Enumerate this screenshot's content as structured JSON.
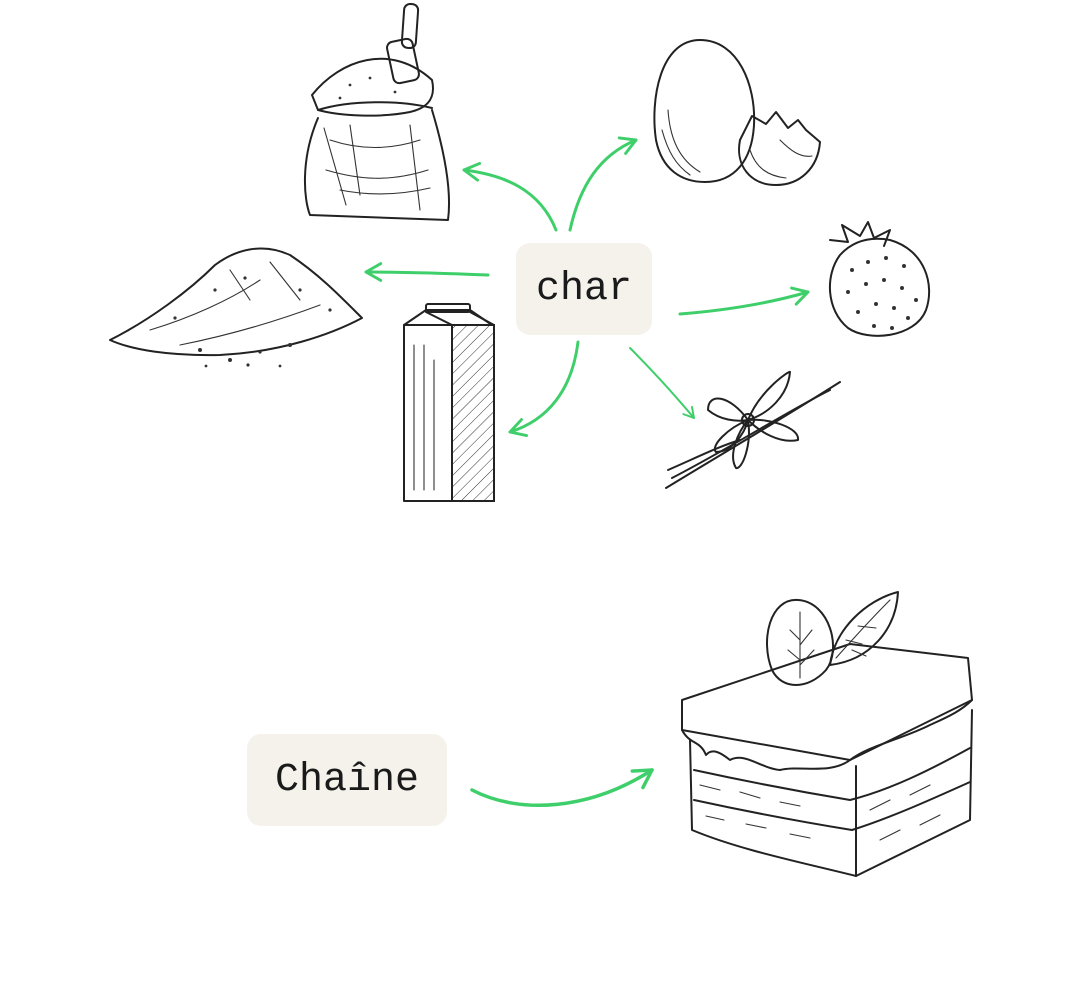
{
  "labels": {
    "char": "char",
    "chaine": "Chaîne"
  },
  "ingredients": [
    "flour-sack",
    "sugar-pile",
    "milk-carton",
    "egg",
    "strawberry",
    "vanilla"
  ],
  "result": "cake",
  "colors": {
    "arrow": "#3ecf6a",
    "label_bg": "#f5f2ec",
    "ink": "#222222"
  }
}
